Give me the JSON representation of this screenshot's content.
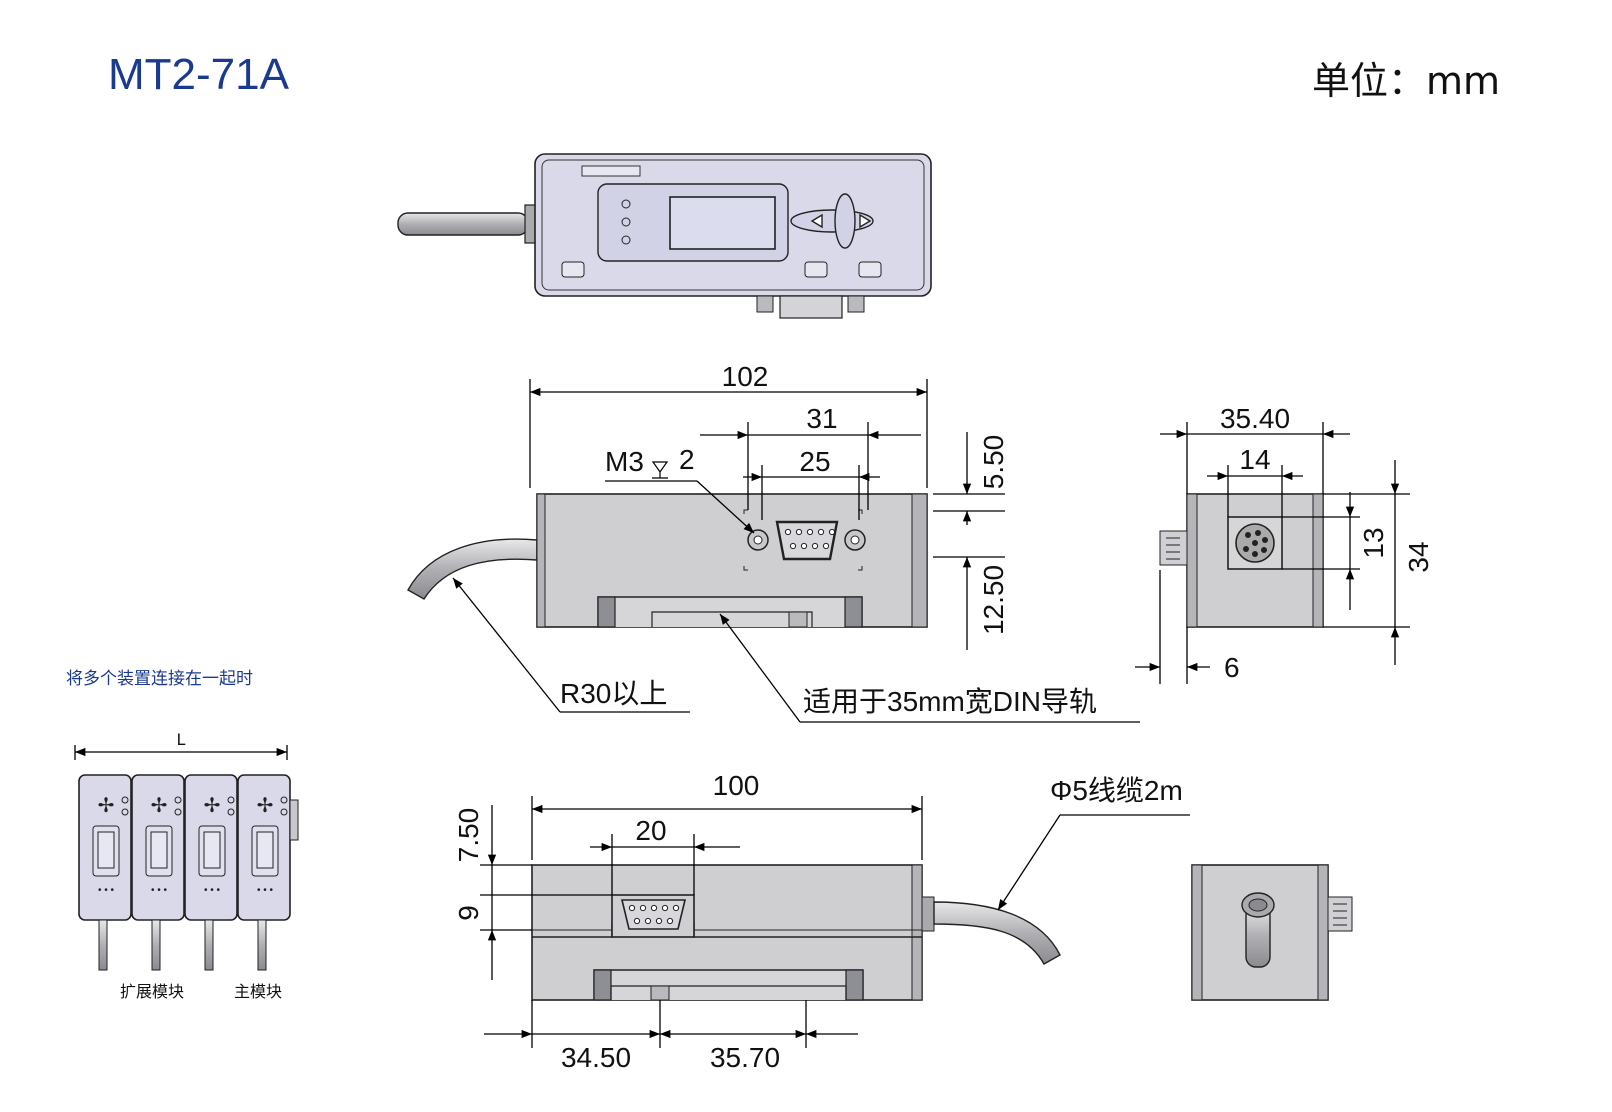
{
  "header": {
    "model": "MT2-71A",
    "unit": "单位：mm"
  },
  "side_note": {
    "title": "将多个装置连接在一起时",
    "length_label": "L",
    "expansion_label": "扩展模块",
    "main_label": "主模块"
  },
  "dimensions": {
    "overall_length_top": "102",
    "connector_span": "31",
    "connector_pitch": "25",
    "thread_spec": "M3",
    "thread_depth": "2",
    "offset_top": "5.50",
    "offset_bottom": "12.50",
    "end_width": "35.40",
    "end_connector_width": "14",
    "end_connector_height": "13",
    "end_height": "34",
    "end_depth": "6",
    "bend_radius": "R30以上",
    "rail_note": "适用于35mm宽DIN导轨",
    "overall_length_bottom": "100",
    "bottom_connector_width": "20",
    "bottom_offset_top": "7.50",
    "bottom_offset_mid": "9",
    "cable_note": "Φ5线缆2m",
    "bottom_left": "34.50",
    "bottom_right": "35.70"
  },
  "colors": {
    "title_blue": "#1a3a8f",
    "body_gray": "#cfcfd1",
    "panel_lavender": "#d9d9ea"
  }
}
